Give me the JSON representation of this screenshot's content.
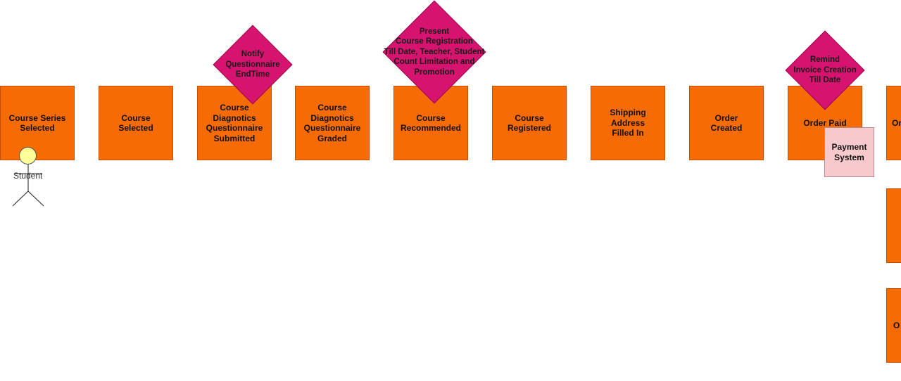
{
  "events": [
    {
      "id": "course-series-selected",
      "label": "Course Series\nSelected"
    },
    {
      "id": "course-selected",
      "label": "Course\nSelected"
    },
    {
      "id": "course-diagnostics-questionnaire-submitted",
      "label": "Course\nDiagnotics\nQuestionnaire\nSubmitted"
    },
    {
      "id": "course-diagnostics-questionnaire-graded",
      "label": "Course\nDiagnotics\nQuestionnaire\nGraded"
    },
    {
      "id": "course-recommended",
      "label": "Course\nRecommended"
    },
    {
      "id": "course-registered",
      "label": "Course\nRegistered"
    },
    {
      "id": "shipping-address-filled-in",
      "label": "Shipping\nAddress\nFilled In"
    },
    {
      "id": "order-created",
      "label": "Order\nCreated"
    },
    {
      "id": "order-paid",
      "label": "Order Paid"
    },
    {
      "id": "cut-event-1",
      "label": "Or"
    },
    {
      "id": "cut-event-2",
      "label": ""
    },
    {
      "id": "cut-event-3",
      "label": "O"
    }
  ],
  "policies": [
    {
      "id": "notify-questionnaire-endtime",
      "label": "Notify\nQuestionnaire\nEndTime"
    },
    {
      "id": "present-course-registration",
      "label": "Present\nCourse Registration\nTill Date, Teacher, Student\nCount Limitation and\nPromotion"
    },
    {
      "id": "remind-invoice-creation",
      "label": "Remind\nInvoice Creation\nTill Date"
    }
  ],
  "external_systems": [
    {
      "id": "payment-system",
      "label": "Payment\nSystem"
    }
  ],
  "actors": [
    {
      "id": "student",
      "label": "Student"
    }
  ],
  "colors": {
    "event": "#f76b05",
    "policy": "#d6136f",
    "external_system": "#f7c9cc",
    "actor_head": "#ffff99"
  }
}
